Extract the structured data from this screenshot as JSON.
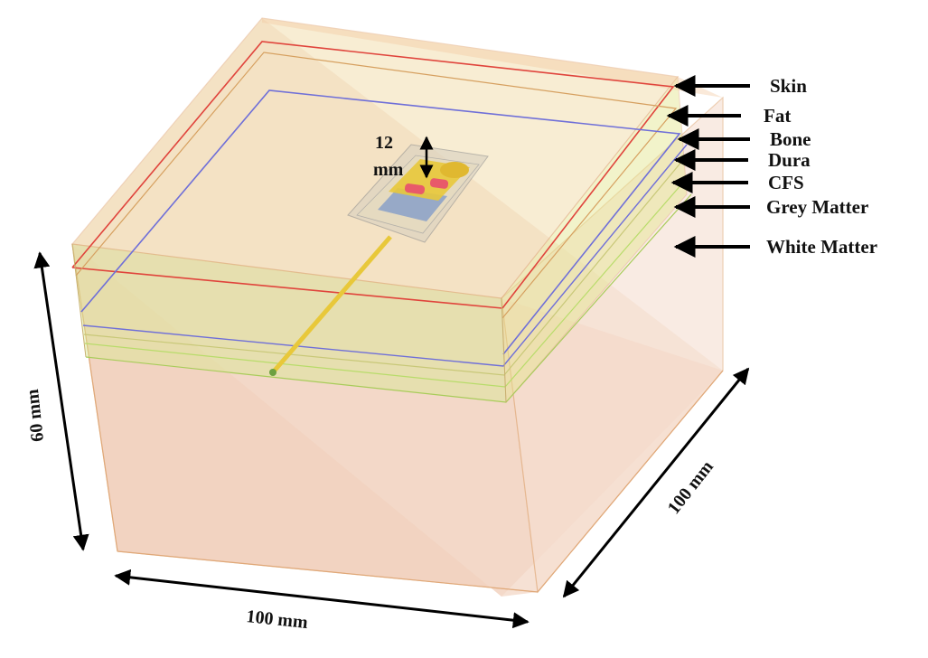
{
  "layers": [
    {
      "id": "skin",
      "label": "Skin",
      "color": "#e0443c"
    },
    {
      "id": "fat",
      "label": "Fat",
      "color": "#d4d060"
    },
    {
      "id": "bone",
      "label": "Bone",
      "color": "#6f6fd8"
    },
    {
      "id": "dura",
      "label": "Dura",
      "color": "#c8c878"
    },
    {
      "id": "cfs",
      "label": "CFS",
      "color": "#b8dc6a"
    },
    {
      "id": "grey_matter",
      "label": "Grey Matter",
      "color": "#c9e27c"
    },
    {
      "id": "white_matter",
      "label": "White Matter",
      "color": "#f2d2c0"
    }
  ],
  "dimensions": {
    "height": "60 mm",
    "width": "100 mm",
    "depth": "100 mm",
    "implant_depth_value": "12",
    "implant_depth_unit": "mm"
  },
  "colors": {
    "box_edge": "#e0a878",
    "white_matter": "#f2d2c0",
    "implant_body": "#e8c83a",
    "implant_patch": "#e85a6a",
    "implant_feed": "#8aa0c8",
    "arrow": "#000000"
  }
}
